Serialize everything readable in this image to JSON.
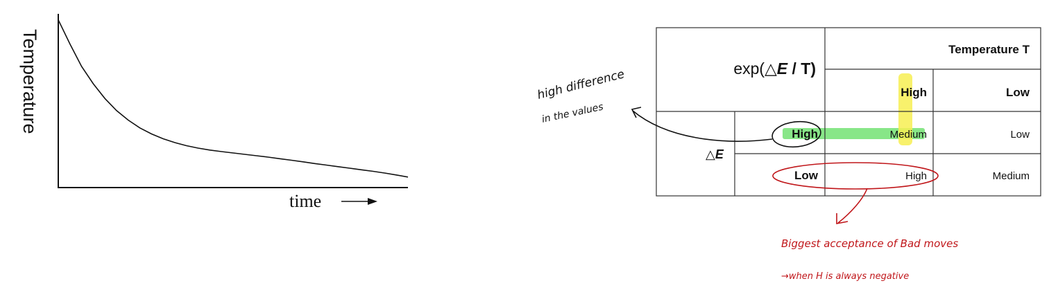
{
  "chart_data": {
    "type": "line",
    "ylabel": "Temperature",
    "xlabel": "time",
    "x_arrow": "⟶",
    "series": [
      {
        "values": [
          96.9,
          83,
          70,
          60,
          51.5,
          44.5,
          39,
          34.5,
          31,
          28.2,
          26,
          24.2,
          22.8,
          21.7,
          20.8,
          20,
          19.2,
          18.4,
          17.6,
          16.7,
          15.8,
          14.9,
          13.9,
          13,
          12.1,
          11.2,
          10.3,
          9.4,
          8.4,
          7.3,
          6.1
        ]
      }
    ],
    "x": [
      0,
      1,
      2,
      3,
      4,
      5,
      6,
      7,
      8,
      9,
      10,
      11,
      12,
      13,
      14,
      15,
      16,
      17,
      18,
      19,
      20,
      21,
      22,
      23,
      24,
      25,
      26,
      27,
      28,
      29,
      30
    ],
    "xlim": [
      0,
      30
    ],
    "ylim": [
      0,
      100
    ],
    "grid": false,
    "axis_ticks": false
  },
  "table": {
    "header_formula_prefix": "exp(△",
    "header_formula_var": "E",
    "header_formula_suffix": " / T)",
    "col_group_header": "Temperature T",
    "col_headers": [
      "High",
      "Low"
    ],
    "row_group_header_symbol": "△",
    "row_group_header_var": "E",
    "row_headers": [
      "High",
      "Low"
    ],
    "cells": [
      [
        "Medium",
        "Low"
      ],
      [
        "High",
        "Medium"
      ]
    ]
  },
  "annotations": {
    "black_note_line1": "high difference",
    "black_note_line2": "in the values",
    "red_note_line1": "Biggest acceptance of Bad moves",
    "red_note_line2": "→when H is always negative"
  },
  "colors": {
    "highlight_green": "#7be37b",
    "highlight_yellow": "#f7ef52",
    "annotation_red": "#c0161a",
    "ink_black": "#111111"
  }
}
